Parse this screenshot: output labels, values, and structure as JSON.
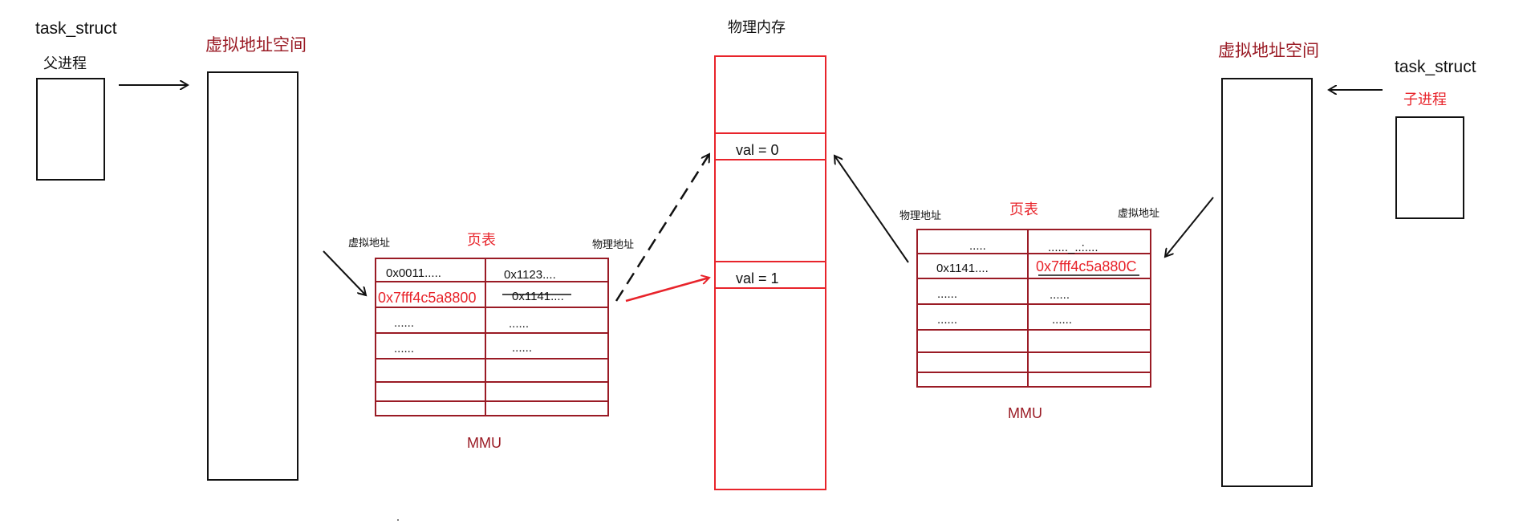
{
  "parent": {
    "struct_label": "task_struct",
    "process_label": "父进程",
    "vspace_label": "虚拟地址空间"
  },
  "child": {
    "struct_label": "task_struct",
    "process_label": "子进程",
    "vspace_label": "虚拟地址空间"
  },
  "physical": {
    "title": "物理内存",
    "slot_a": "val = 0",
    "slot_b": "val = 1"
  },
  "left_table": {
    "title": "页表",
    "virtual_col": "虚拟地址",
    "physical_col": "物理地址",
    "mmu": "MMU",
    "rows": [
      {
        "v": "0x0011.....",
        "p": "0x1123....",
        "highlight": false,
        "strike": false
      },
      {
        "v": "0x7fff4c5a8800",
        "p": "0x1141....",
        "highlight": true,
        "strike": true
      },
      {
        "v": "......",
        "p": "......",
        "highlight": false,
        "strike": false
      },
      {
        "v": "......",
        "p": "......",
        "highlight": false,
        "strike": false
      }
    ]
  },
  "right_table": {
    "title": "页表",
    "physical_col": "物理地址",
    "virtual_col": "虚拟地址",
    "mmu": "MMU",
    "rows": [
      {
        "p": ".....",
        "v": "......_..:....",
        "highlight": false
      },
      {
        "p": "0x1141....",
        "v": "0x7fff4c5a880C",
        "highlight": true
      },
      {
        "p": "......",
        "v": "......",
        "highlight": false
      },
      {
        "p": "......",
        "v": "......",
        "highlight": false
      }
    ]
  },
  "colors": {
    "black": "#111111",
    "red": "#e8242b",
    "dark_red": "#9a1b25"
  }
}
